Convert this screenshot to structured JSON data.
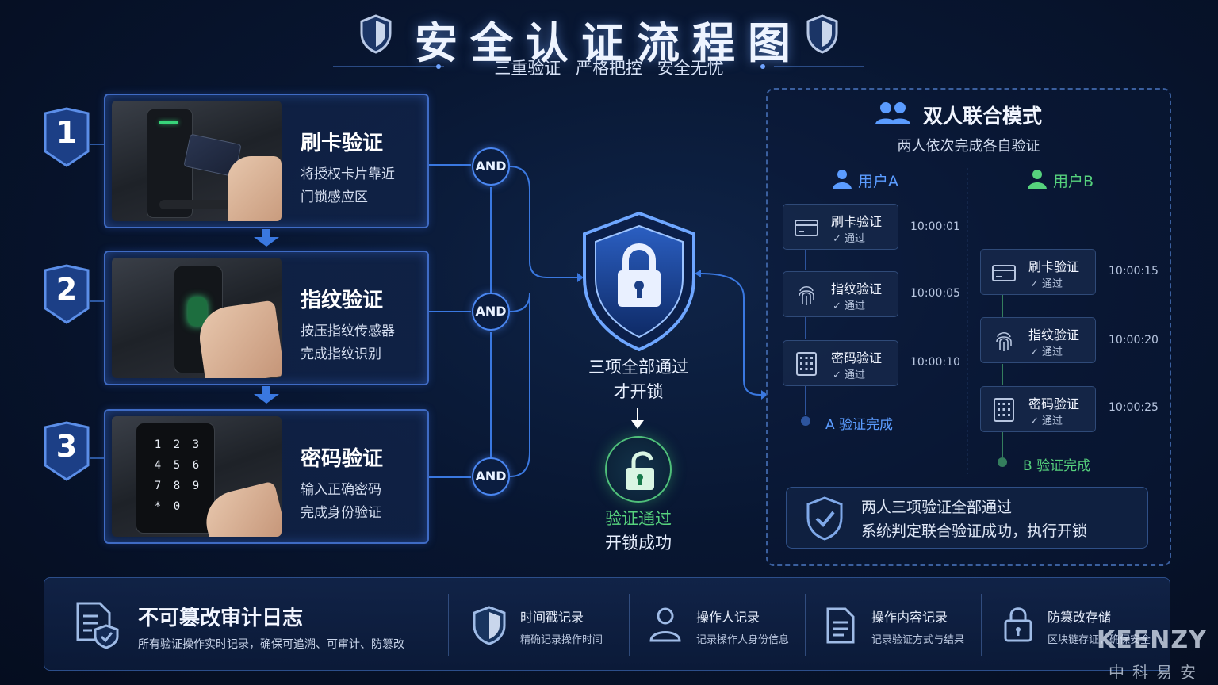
{
  "header": {
    "title": "安全认证流程图",
    "subtitle": "三重验证  严格把控  安全无忧"
  },
  "steps": [
    {
      "number": "1",
      "title": "刷卡验证",
      "desc_line1": "将授权卡片靠近",
      "desc_line2": "门锁感应区",
      "gate": "AND"
    },
    {
      "number": "2",
      "title": "指纹验证",
      "desc_line1": "按压指纹传感器",
      "desc_line2": "完成指纹识别",
      "gate": "AND"
    },
    {
      "number": "3",
      "title": "密码验证",
      "desc_line1": "输入正确密码",
      "desc_line2": "完成身份验证",
      "gate": "AND"
    }
  ],
  "keypad": [
    "1",
    "2",
    "3",
    "4",
    "5",
    "6",
    "7",
    "8",
    "9",
    "*",
    "0"
  ],
  "center": {
    "line1": "三项全部通过",
    "line2": "才开锁",
    "result_line1": "验证通过",
    "result_line2": "开锁成功"
  },
  "dual_mode": {
    "title": "双人联合模式",
    "subtitle": "两人依次完成各自验证",
    "user_a": {
      "label": "用户A",
      "steps": [
        {
          "label": "刷卡验证",
          "status": "✓ 通过",
          "time": "10:00:01"
        },
        {
          "label": "指纹验证",
          "status": "✓ 通过",
          "time": "10:00:05"
        },
        {
          "label": "密码验证",
          "status": "✓ 通过",
          "time": "10:00:10"
        }
      ],
      "done": "A 验证完成"
    },
    "user_b": {
      "label": "用户B",
      "steps": [
        {
          "label": "刷卡验证",
          "status": "✓ 通过",
          "time": "10:00:15"
        },
        {
          "label": "指纹验证",
          "status": "✓ 通过",
          "time": "10:00:20"
        },
        {
          "label": "密码验证",
          "status": "✓ 通过",
          "time": "10:00:25"
        }
      ],
      "done": "B 验证完成"
    },
    "note_line1": "两人三项验证全部通过",
    "note_line2": "系统判定联合验证成功，执行开锁"
  },
  "audit": {
    "title": "不可篡改审计日志",
    "desc": "所有验证操作实时记录，确保可追溯、可审计、防篡改",
    "features": [
      {
        "label": "时间戳记录",
        "desc": "精确记录操作时间",
        "icon": "shield-icon"
      },
      {
        "label": "操作人记录",
        "desc": "记录操作人身份信息",
        "icon": "person-icon"
      },
      {
        "label": "操作内容记录",
        "desc": "记录验证方式与结果",
        "icon": "document-icon"
      },
      {
        "label": "防篡改存储",
        "desc": "区块链存证，确保安全",
        "icon": "lock-icon"
      }
    ]
  },
  "brand": {
    "name": "KEENZY",
    "sub": "中科易安"
  },
  "colors": {
    "accent_blue": "#4a86f0",
    "success_green": "#56d27d",
    "background": "#081631"
  }
}
